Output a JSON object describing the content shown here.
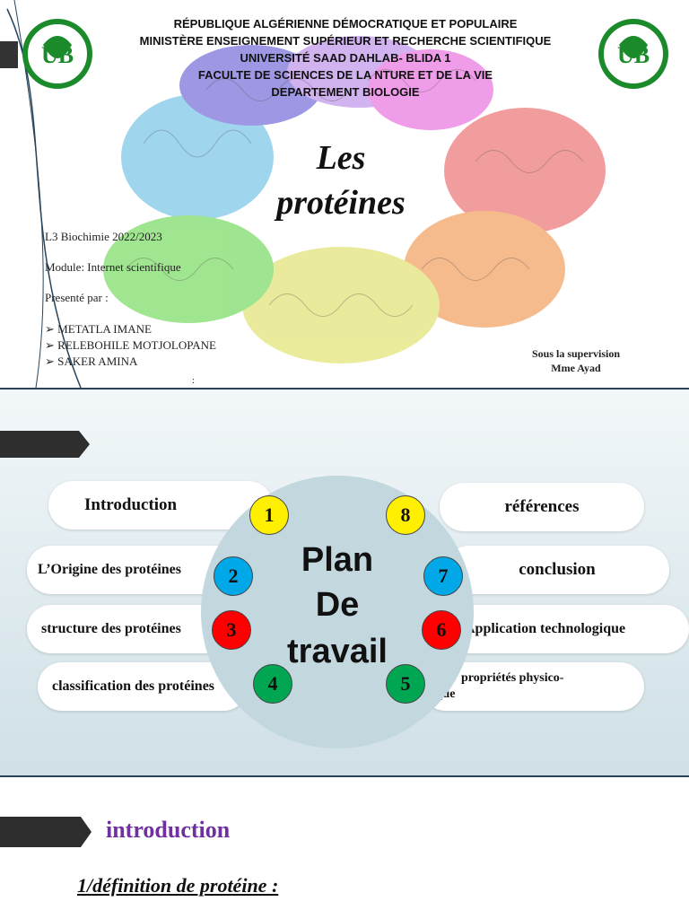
{
  "slide1": {
    "header_lines": [
      "RÉPUBLIQUE ALGÉRIENNE DÉMOCRATIQUE ET POPULAIRE",
      "MINISTÈRE ENSEIGNEMENT SUPÉRIEUR ET RECHERCHE SCIENTIFIQUE",
      "UNIVERSITÉ SAAD DAHLAB- BLIDA 1",
      "FACULTE DE SCIENCES DE LA NTURE ET DE LA VIE",
      "DEPARTEMENT BIOLOGIE"
    ],
    "title_line1": "Les",
    "title_line2": "protéines",
    "level": "L3 Biochimie 2022/2023",
    "module": "Module: Internet scientifique",
    "presented_by": "Presenté par :",
    "students": [
      "METATLA IMANE",
      "RELEBOHILE MOTJOLOPANE",
      "SAKER AMINA"
    ],
    "supervision_line1": "Sous la supervision",
    "supervision_line2": "Mme Ayad",
    "logo_icon": "university-logo",
    "bullet_glyph": "➢",
    "trailing_mark": ":"
  },
  "slide2": {
    "center_line1": "Plan",
    "center_line2": "De",
    "center_line3": "travail",
    "items_left": [
      {
        "num": "1",
        "label": "Introduction",
        "color": "#ffef00"
      },
      {
        "num": "2",
        "label": "L’Origine des protéines",
        "color": "#00a8e8"
      },
      {
        "num": "3",
        "label": "structure des protéines",
        "color": "#ff0000"
      },
      {
        "num": "4",
        "label": "classification des protéines",
        "color": "#00a651"
      }
    ],
    "items_right": [
      {
        "num": "8",
        "label": "références",
        "color": "#ffef00"
      },
      {
        "num": "7",
        "label": "conclusion",
        "color": "#00a8e8"
      },
      {
        "num": "6",
        "label": "Application technologique",
        "color": "#ff0000"
      },
      {
        "num": "5",
        "label_line1": "propriétés physico-",
        "label_line2": "nique",
        "color": "#00a651"
      }
    ]
  },
  "slide3": {
    "title": "introduction",
    "bullet_glyph": "",
    "heading": "1/définition de protéine :"
  }
}
